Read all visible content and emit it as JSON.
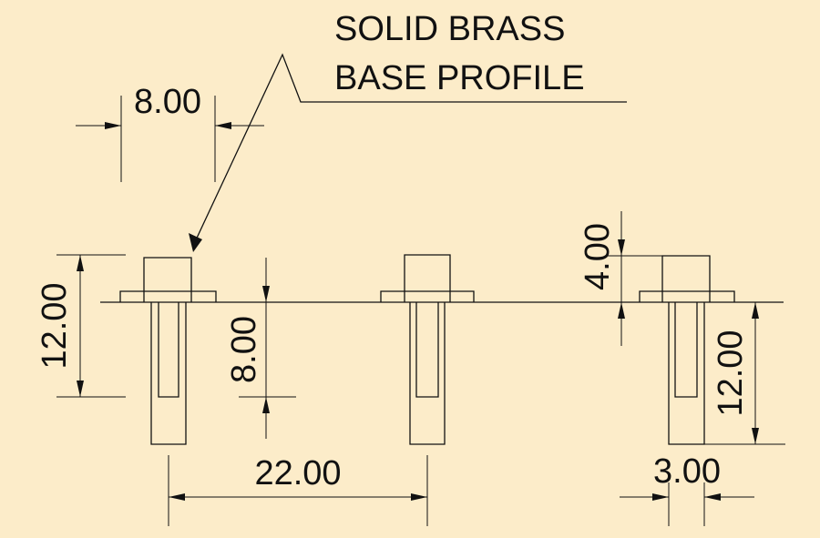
{
  "note": {
    "line1": "SOLID BRASS",
    "line2": "BASE PROFILE"
  },
  "dimensions": {
    "top_width": "8.00",
    "left_height": "12.00",
    "stem_depth": "8.00",
    "head_height": "4.00",
    "right_height": "12.00",
    "spacing": "22.00",
    "stem_width": "3.00"
  },
  "colors": {
    "background": "#fcecc9",
    "line": "#111111"
  }
}
